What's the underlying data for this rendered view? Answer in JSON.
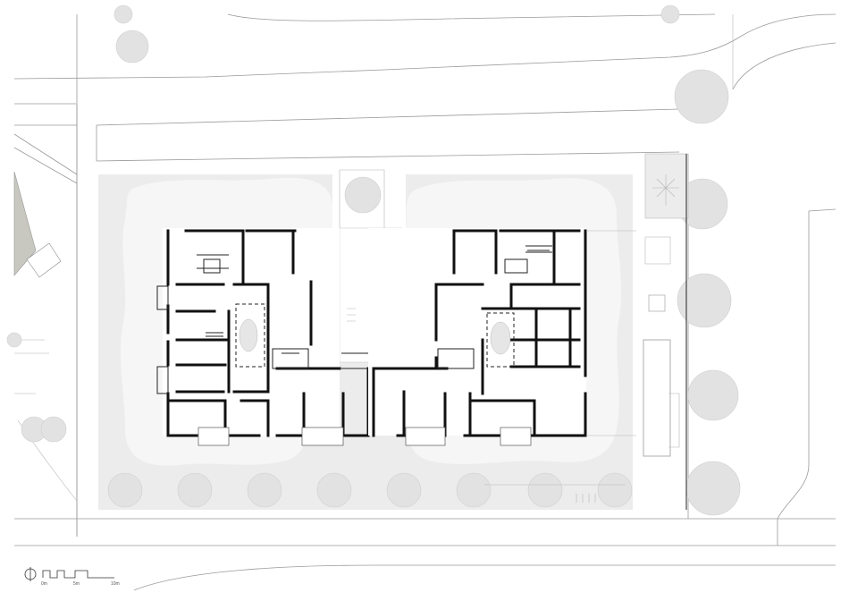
{
  "drawing": {
    "type": "site-plan",
    "colors": {
      "background": "#ffffff",
      "site": "#ececec",
      "garden": "#f6f6f6",
      "walls": "#111111",
      "trees": "#e2e2e2",
      "neighbor": "#c8c8c0",
      "roads": "#9a9a9a"
    }
  },
  "scale_bar": {
    "labels": [
      "0m",
      "5m",
      "10m"
    ],
    "north_icon": "north-arrow-icon"
  }
}
